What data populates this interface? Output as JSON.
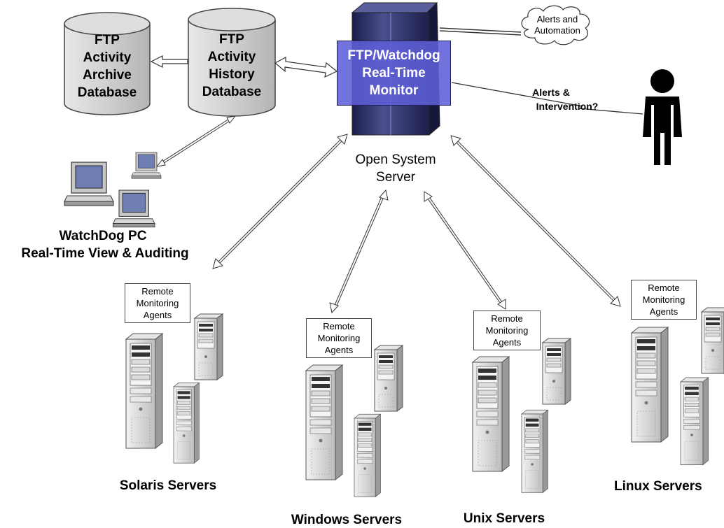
{
  "databases": {
    "archive": {
      "lines": [
        "FTP",
        "Activity",
        "Archive",
        "Database"
      ]
    },
    "history": {
      "lines": [
        "FTP",
        "Activity",
        "History",
        "Database"
      ]
    }
  },
  "monitor": {
    "lines": [
      "FTP/Watchdog",
      "Real-Time",
      "Monitor"
    ]
  },
  "cloud": {
    "lines": [
      "Alerts and",
      "Automation"
    ]
  },
  "intervention": {
    "lines": [
      "Alerts &",
      "Intervention?"
    ]
  },
  "open_system_server": {
    "lines": [
      "Open System",
      "Server"
    ]
  },
  "watchdog_pc": {
    "lines": [
      "WatchDog PC",
      "Real-Time View & Auditing"
    ]
  },
  "agent_label": {
    "lines": [
      "Remote",
      "Monitoring",
      "Agents"
    ]
  },
  "server_groups": {
    "solaris": "Solaris Servers",
    "windows": "Windows Servers",
    "unix": "Unix Servers",
    "linux": "Linux Servers"
  },
  "colors": {
    "monitor_fill": "#5f5fd7",
    "db_fill": "#cfcfcf",
    "server_fill": "#d9d9d9"
  }
}
